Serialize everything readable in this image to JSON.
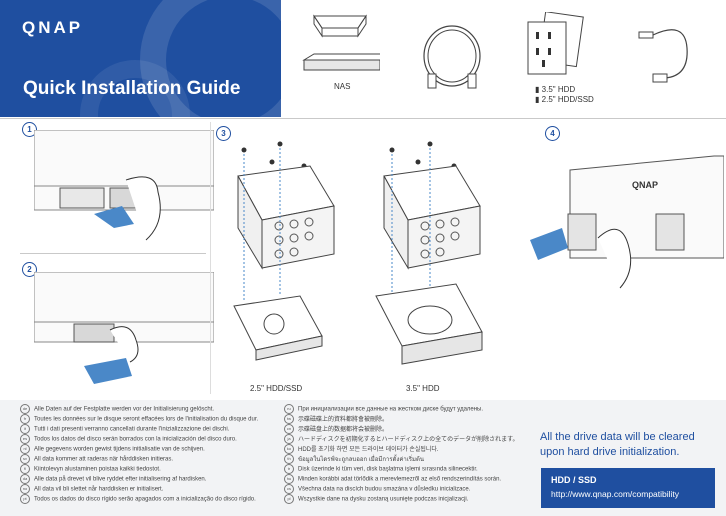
{
  "header": {
    "logo": "QNAP",
    "title": "Quick Installation Guide"
  },
  "package": {
    "nas_label": "NAS",
    "screw_label_1": "3.5\" HDD",
    "screw_label_2": "2.5\" HDD/SSD"
  },
  "steps": [
    {
      "number": "1"
    },
    {
      "number": "2"
    },
    {
      "number": "3",
      "caption_left": "2.5\" HDD/SSD",
      "caption_right": "3.5\" HDD"
    },
    {
      "number": "4"
    }
  ],
  "warnings_left": [
    {
      "icon": "de",
      "text": "Alle Daten auf der Festplatte werden vor der Initialisierung gelöscht."
    },
    {
      "icon": "fr",
      "text": "Toutes les données sur le disque seront effacées lors de l'initialisation du disque dur."
    },
    {
      "icon": "it",
      "text": "Tutti i dati presenti verranno cancellati durante l'inizializzazione dei dischi."
    },
    {
      "icon": "es",
      "text": "Todos los datos del disco serán borrados con la inicialización del disco duro."
    },
    {
      "icon": "nl",
      "text": "Alle gegevens worden gewist tijdens initialisatie van de schijven."
    },
    {
      "icon": "sv",
      "text": "All data kommer att raderas när hårddisken initieras."
    },
    {
      "icon": "fi",
      "text": "Kiintolevyn alustaminen poistaa kaikki tiedostot."
    },
    {
      "icon": "da",
      "text": "Alle data på drevet vil blive ryddet efter initialisering af hardisken."
    },
    {
      "icon": "no",
      "text": "All data vil bli slettet når harddisken er initialisert."
    },
    {
      "icon": "pt",
      "text": "Todos os dados do disco rígido serão apagados com a inicialização do disco rígido."
    }
  ],
  "warnings_right": [
    {
      "icon": "ru",
      "text": "При инициализации все данные на жестком диске будут удалены."
    },
    {
      "icon": "tw",
      "text": "示碟磁碟上的資料都將會被刪除。"
    },
    {
      "icon": "cn",
      "text": "示碟磁盘上的数据都将会被删除。"
    },
    {
      "icon": "ja",
      "text": "ハードディスクを初期化するとハードディスク上の全てのデータが削除されます。"
    },
    {
      "icon": "ko",
      "text": "HDD를 초기화 하면 모든 드라이브 데이터가 손실됩니다."
    },
    {
      "icon": "th",
      "text": "ข้อมูลในไดรฟ์จะถูกลบออก เมื่อมีการตั้งค่าเริ่มต้น"
    },
    {
      "icon": "tr",
      "text": "Disk üzerinde ki tüm veri, disk başlatma işlemi sırasında silinecektir."
    },
    {
      "icon": "hu",
      "text": "Minden korábbi adat törlődik a merevlemezről az első rendszerindítás során."
    },
    {
      "icon": "cs",
      "text": "Všechna data na discích budou smazána v důsledku inicializace."
    },
    {
      "icon": "pl",
      "text": "Wszystkie dane na dysku zostaną usunięte podczas inicjalizacji."
    }
  ],
  "notice": {
    "line1": "All the drive data will be cleared",
    "line2": "upon hard drive initialization."
  },
  "compat": {
    "title": "HDD / SSD",
    "url": "http://www.qnap.com/compatibility"
  },
  "colors": {
    "brand": "#1f4fa0",
    "arrow": "#4a88c8"
  }
}
